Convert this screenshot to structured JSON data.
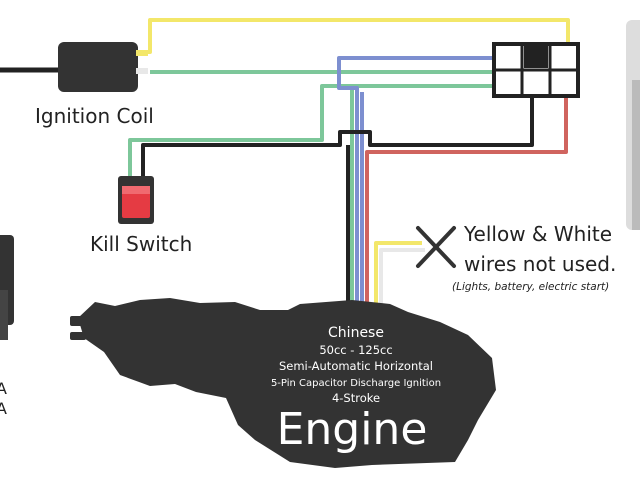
{
  "labels": {
    "ignition_coil": "Ignition Coil",
    "kill_switch": "Kill Switch",
    "note_line1": "Yellow & White",
    "note_line2": "wires not used.",
    "note_sub": "(Lights, battery, electric start)",
    "left_edge_1": "A",
    "left_edge_2": "A"
  },
  "engine": {
    "line1": "Chinese",
    "line2": "50cc - 125cc",
    "line3": "Semi-Automatic Horizontal",
    "line4": "5-Pin Capacitor Discharge Ignition",
    "line5": "4-Stroke",
    "title": "Engine"
  },
  "colors": {
    "wire_yellow": "#f3e76a",
    "wire_green": "#7dc79a",
    "wire_blue": "#7d8fd0",
    "wire_red": "#d0645f",
    "wire_black": "#222222",
    "wire_white": "#f0f0f0",
    "component_black": "#333333",
    "kill_switch_red": "#e53b43"
  }
}
